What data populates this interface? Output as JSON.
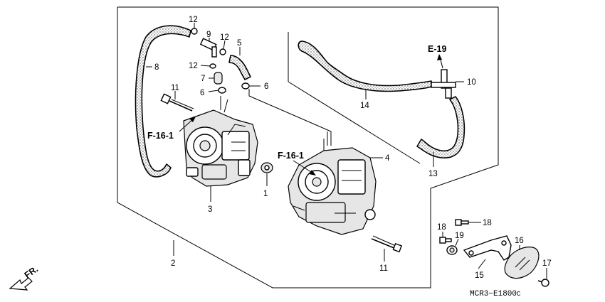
{
  "callouts": {
    "p1": "1",
    "p2": "2",
    "p3": "3",
    "p4": "4",
    "p5": "5",
    "p6a": "6",
    "p6b": "6",
    "p7": "7",
    "p8": "8",
    "p9": "9",
    "p10": "10",
    "p11a": "11",
    "p11b": "11",
    "p12a": "12",
    "p12b": "12",
    "p12c": "12",
    "p13": "13",
    "p14": "14",
    "p15": "15",
    "p16": "16",
    "p17": "17",
    "p18a": "18",
    "p18b": "18",
    "p19": "19"
  },
  "references": {
    "f16_left": "F-16-1",
    "f16_right": "F-16-1",
    "e19": "E-19"
  },
  "front_marker": "FR.",
  "diagram_code": "MCR3−E1800",
  "diagram_code_suffix": "C"
}
